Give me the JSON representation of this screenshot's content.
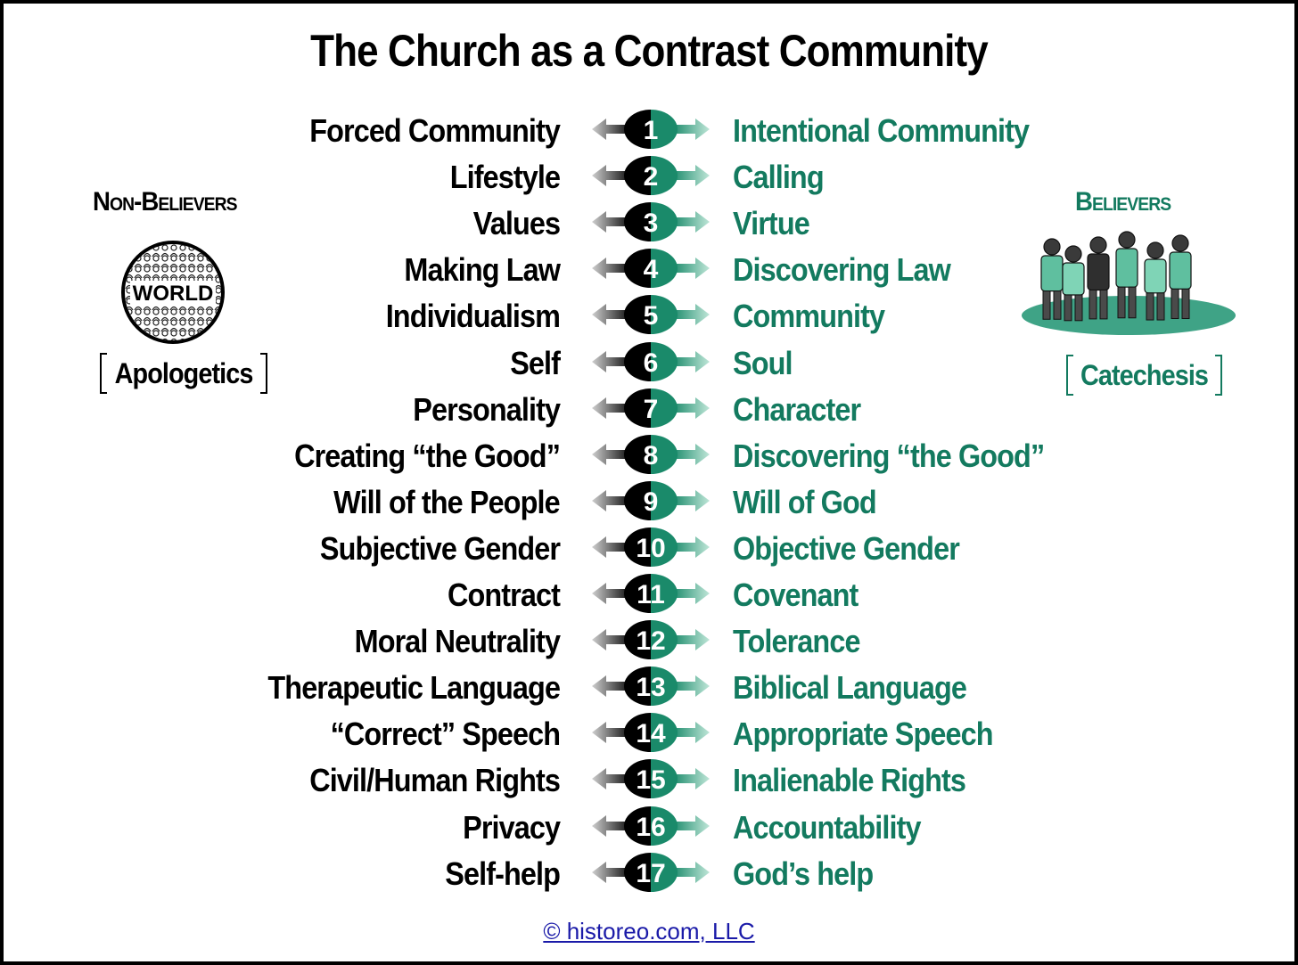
{
  "title": "The Church as a Contrast Community",
  "colors": {
    "left_text": "#000000",
    "right_text": "#137a5f",
    "accent_green": "#1a8a6a",
    "footer_link": "#1a1aa8"
  },
  "left_side": {
    "heading": "Non-Believers",
    "emblem_label": "WORLD",
    "bracket_label": "Apologetics"
  },
  "right_side": {
    "heading": "Believers",
    "bracket_label": "Catechesis"
  },
  "rows": [
    {
      "number": "1",
      "left": "Forced Community",
      "right": "Intentional Community"
    },
    {
      "number": "2",
      "left": "Lifestyle",
      "right": "Calling"
    },
    {
      "number": "3",
      "left": "Values",
      "right": "Virtue"
    },
    {
      "number": "4",
      "left": "Making Law",
      "right": "Discovering Law"
    },
    {
      "number": "5",
      "left": "Individualism",
      "right": "Community"
    },
    {
      "number": "6",
      "left": "Self",
      "right": "Soul"
    },
    {
      "number": "7",
      "left": "Personality",
      "right": "Character"
    },
    {
      "number": "8",
      "left": "Creating “the Good”",
      "right": "Discovering “the Good”"
    },
    {
      "number": "9",
      "left": "Will of the People",
      "right": "Will of God"
    },
    {
      "number": "10",
      "left": "Subjective Gender",
      "right": "Objective Gender"
    },
    {
      "number": "11",
      "left": "Contract",
      "right": "Covenant"
    },
    {
      "number": "12",
      "left": "Moral Neutrality",
      "right": "Tolerance"
    },
    {
      "number": "13",
      "left": "Therapeutic Language",
      "right": "Biblical Language"
    },
    {
      "number": "14",
      "left": "“Correct” Speech",
      "right": "Appropriate Speech"
    },
    {
      "number": "15",
      "left": "Civil/Human Rights",
      "right": "Inalienable Rights"
    },
    {
      "number": "16",
      "left": "Privacy",
      "right": "Accountability"
    },
    {
      "number": "17",
      "left": "Self-help",
      "right": "God’s help"
    }
  ],
  "footer": "© historeo.com, LLC"
}
